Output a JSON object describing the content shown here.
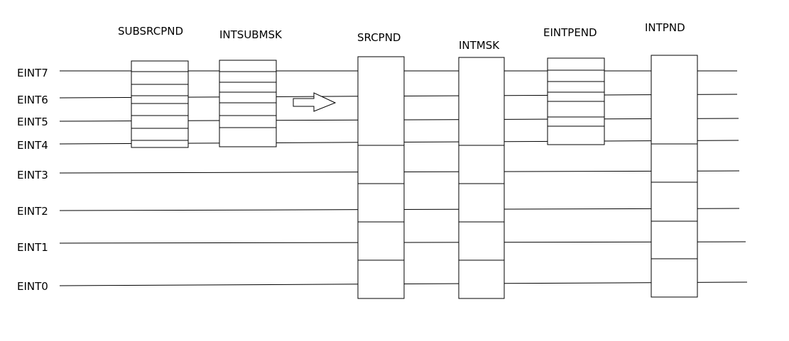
{
  "registers": {
    "subsrcpnd": "SUBSRCPND",
    "intsubmsk": "INTSUBMSK",
    "srcpnd": "SRCPND",
    "intmsk": "INTMSK",
    "eintpend": "EINTPEND",
    "intpnd": "INTPND"
  },
  "lines": {
    "eint7": "EINT7",
    "eint6": "EINT6",
    "eint5": "EINT5",
    "eint4": "EINT4",
    "eint3": "EINT3",
    "eint2": "EINT2",
    "eint1": "EINT1",
    "eint0": "EINT0"
  }
}
